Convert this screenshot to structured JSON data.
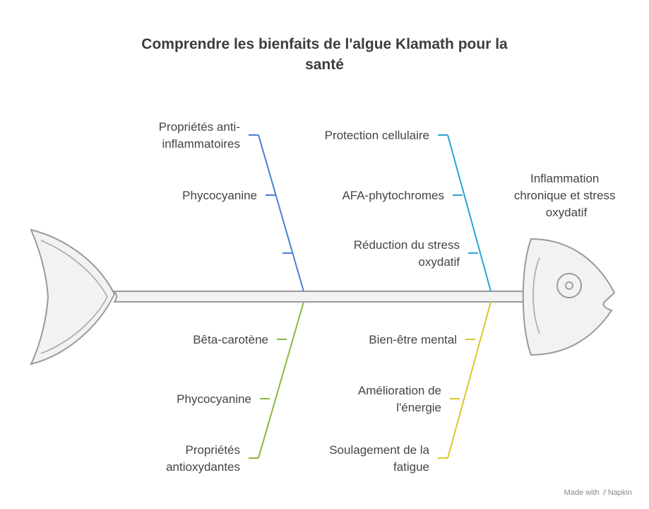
{
  "title": {
    "line1": "Comprendre les bienfaits de l'algue Klamath pour la",
    "line2": "santé"
  },
  "effect": {
    "lines": [
      "Inflammation",
      "chronique et stress",
      "oxydatif"
    ]
  },
  "bones": [
    {
      "id": "top-left",
      "color": "#4a7fd6",
      "labels": [
        {
          "lines": [
            "Propriétés anti-",
            "inflammatoires"
          ]
        },
        {
          "lines": [
            "Phycocyanine"
          ]
        },
        {
          "lines": []
        }
      ]
    },
    {
      "id": "top-right",
      "color": "#27a6d6",
      "labels": [
        {
          "lines": [
            "Protection cellulaire"
          ]
        },
        {
          "lines": [
            "AFA-phytochromes"
          ]
        },
        {
          "lines": [
            "Réduction du stress",
            "oxydatif"
          ]
        }
      ]
    },
    {
      "id": "bottom-left",
      "color": "#8ab840",
      "labels": [
        {
          "lines": [
            "Bêta-carotène"
          ]
        },
        {
          "lines": [
            "Phycocyanine"
          ]
        },
        {
          "lines": [
            "Propriétés",
            "antioxydantes"
          ]
        }
      ]
    },
    {
      "id": "bottom-right",
      "color": "#d9c92a",
      "labels": [
        {
          "lines": [
            "Bien-être mental"
          ]
        },
        {
          "lines": [
            "Amélioration de",
            "l'énergie"
          ]
        },
        {
          "lines": [
            "Soulagement de la",
            "fatigue"
          ]
        }
      ]
    }
  ],
  "brand": {
    "prefix": "Made with",
    "name": "Napkin"
  }
}
